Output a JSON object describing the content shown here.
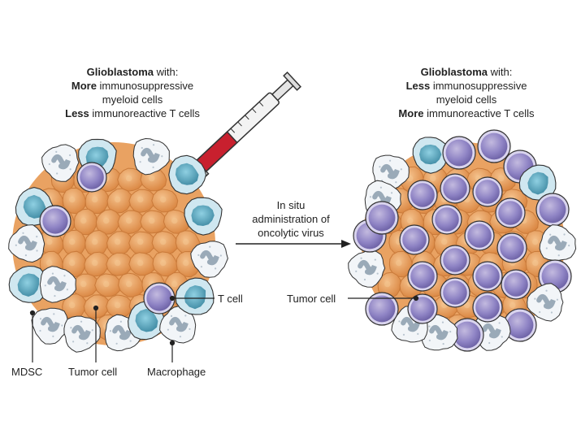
{
  "left_heading": {
    "line1_bold": "Glioblastoma",
    "line1_rest": " with:",
    "line2_bold": "More",
    "line2_rest": " immunosuppressive",
    "line3": "myeloid cells",
    "line4_bold": "Less",
    "line4_rest": " immunoreactive T cells"
  },
  "right_heading": {
    "line1_bold": "Glioblastoma",
    "line1_rest": " with:",
    "line2_bold": "Less",
    "line2_rest": " immunosuppressive",
    "line3": "myeloid cells",
    "line4_bold": "More",
    "line4_rest": " immunoreactive T cells"
  },
  "arrow_text": {
    "line1": "In situ",
    "line2": "administration of",
    "line3": "oncolytic virus"
  },
  "labels": {
    "t_cell": "T cell",
    "mdsc": "MDSC",
    "tumor_cell_left": "Tumor cell",
    "macrophage": "Macrophage",
    "tumor_cell_right": "Tumor cell"
  },
  "colors": {
    "tumor": "#e8a060",
    "tumor_dark": "#c97a3a",
    "tcell": "#8a7fc0",
    "tcell_dark": "#6a5fa3",
    "mdsc": "#6fb3c9",
    "mdsc_dark": "#3f8aa3",
    "macrophage": "#dde3ea",
    "macrophage_dark": "#9aaab8"
  }
}
